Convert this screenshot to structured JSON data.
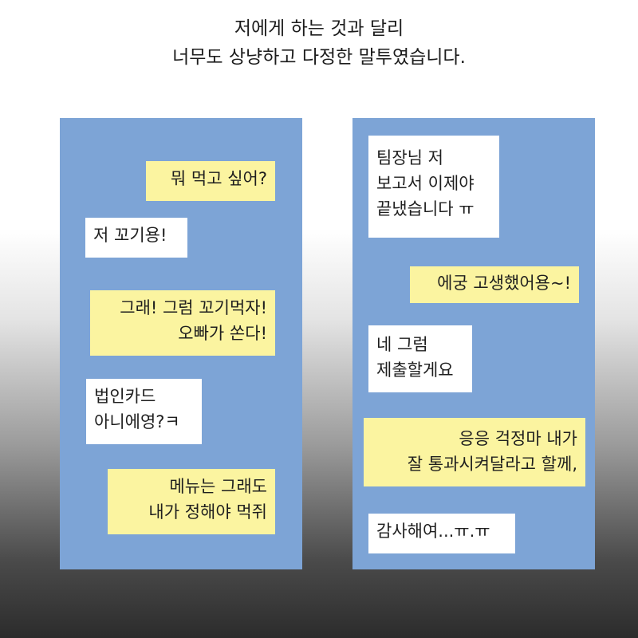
{
  "caption": {
    "line1": "저에게 하는 것과 달리",
    "line2": "너무도 상냥하고 다정한 말투였습니다."
  },
  "left_panel": {
    "messages": [
      {
        "kind": "yellow",
        "lines": [
          "뭐 먹고 싶어?"
        ]
      },
      {
        "kind": "white",
        "lines": [
          "저 꼬기용!"
        ]
      },
      {
        "kind": "yellow",
        "lines": [
          "그래! 그럼 꼬기먹자!",
          "오빠가 쏜다!"
        ]
      },
      {
        "kind": "white",
        "lines": [
          "법인카드",
          "아니에영?ㅋ"
        ]
      },
      {
        "kind": "yellow",
        "lines": [
          "메뉴는 그래도",
          "내가 정해야 먹쥐"
        ]
      }
    ]
  },
  "right_panel": {
    "messages": [
      {
        "kind": "white",
        "lines": [
          "팀장님 저",
          "보고서 이제야",
          "끝냈습니다 ㅠ"
        ]
      },
      {
        "kind": "yellow",
        "lines": [
          "에궁 고생했어용~!"
        ]
      },
      {
        "kind": "white",
        "lines": [
          "네 그럼",
          "제출할게요"
        ]
      },
      {
        "kind": "yellow",
        "lines": [
          "응응 걱정마 내가",
          "잘 통과시켜달라고 할께,"
        ]
      },
      {
        "kind": "white",
        "lines": [
          "감사해여...ㅠ.ㅠ"
        ]
      }
    ]
  },
  "colors": {
    "panel": "#7da4d6",
    "yellow_bubble": "#fbf4a0",
    "white_bubble": "#ffffff"
  }
}
